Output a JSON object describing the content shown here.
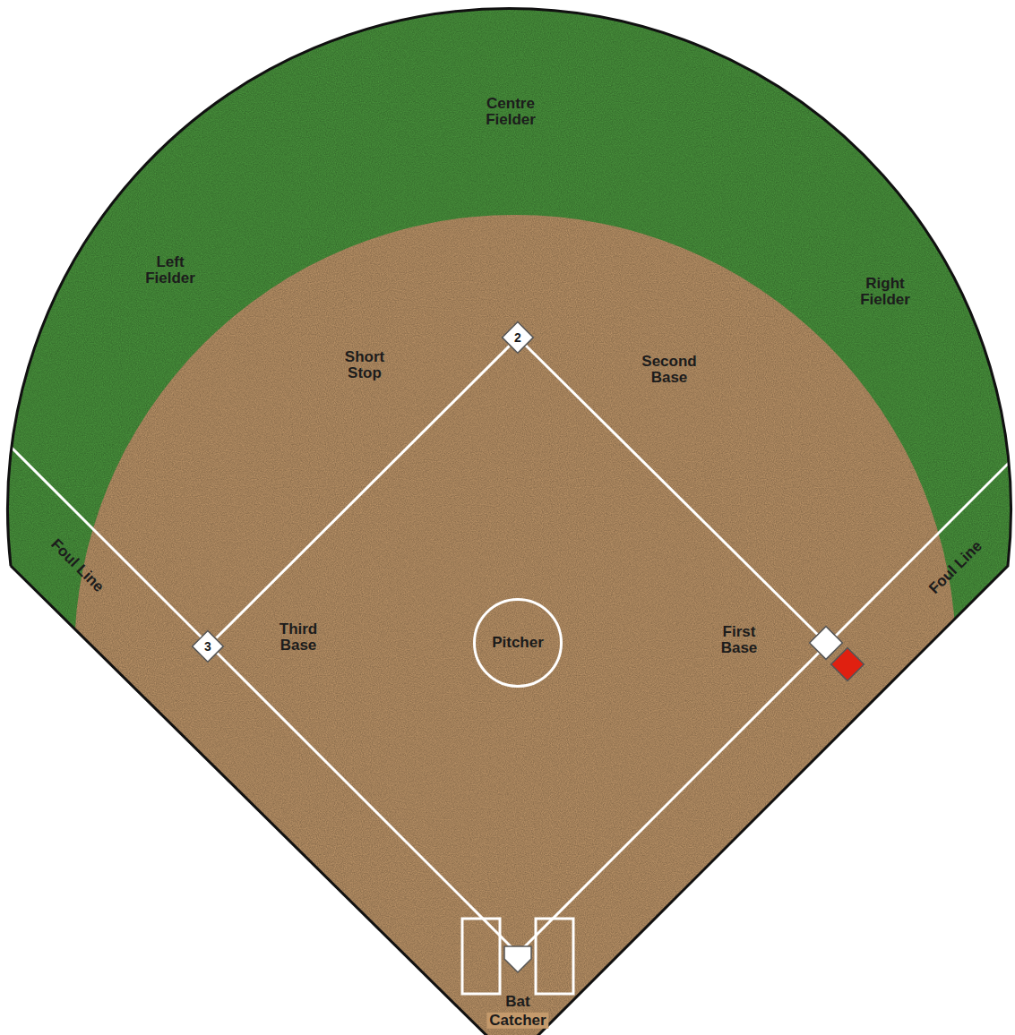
{
  "diagram": {
    "nodes": [
      {
        "text": [
          "2"
        ]
      },
      {
        "text": [
          "3"
        ]
      },
      {
        "text": [
          "Pitcher"
        ]
      }
    ],
    "edges": [
      {
        "from": 1,
        "to": 0,
        "arrow": "none"
      }
    ],
    "labels": [
      "Centre Fielder",
      "Left Fielder",
      "Right Fielder",
      "Short Stop",
      "Second Base",
      "Foul Line",
      "Foul Line",
      "Third Base",
      "First Base",
      "Bat",
      "Catcher"
    ]
  }
}
